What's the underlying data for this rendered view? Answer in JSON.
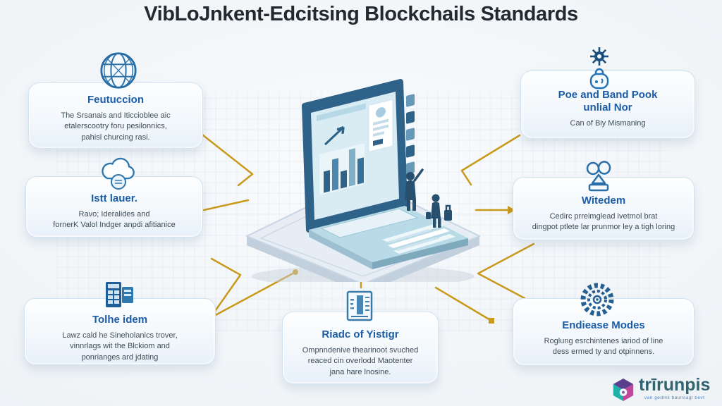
{
  "title": "VibLoJnkent-Edcitsing Blockchails Standards",
  "cards": {
    "top_left": {
      "icon": "globe-icon",
      "title": "Feutuccion",
      "body": "The Srsanais and Iticcioblee aic\netalerscootry foru pesilonnics,\npahisl churcing rasi."
    },
    "mid_left": {
      "icon": "cloud-icon",
      "title": "Istt lauer.",
      "body": "Ravo; Ideralides and\nfornerK Valol Indger anpdi afitianice"
    },
    "bottom_left": {
      "icon": "payment-terminal-icon",
      "title": "Tolhe idem",
      "body": "Lawz cald he Sineholanics trover,\nvinnrlags wit the Blckiom and\nponrianges ard jdating"
    },
    "top_right": {
      "icon": "gear-lock-icon",
      "title": "Poe and Band Pook\nunlial Nor",
      "body": "Can of Biy Mismaning"
    },
    "mid_right": {
      "icon": "award-icon",
      "title": "Witedem",
      "body": "Cedirc prreimglead ivetmol brat\ndingpot ptlete lar prunmor ley a tigh loring"
    },
    "bottom_right": {
      "icon": "rosette-icon",
      "title": "Endiease Modes",
      "body": "Roglung esrchintenes iariod of line\ndess ermed ty and otpinnens."
    },
    "bottom_center": {
      "icon": "document-icon",
      "title": "Riadc of Yistigr",
      "body": "Ompnndenive thearinoot svuched\nreaced cin overlodd Maotenter\njana hare lnosine."
    }
  },
  "logo": {
    "name": "trīrunpis",
    "tagline": "van gedmk baunsagl bevt"
  },
  "colors": {
    "card_title_blue": "#1a5ca8",
    "body_text": "#3f4e59",
    "connector_gold": "#c9991c",
    "icon_blue": "#2a6fa8",
    "laptop_blue": "#2e6288",
    "logo_teal": "#2f6470",
    "cube_purple": "#5a3f8f",
    "cube_teal": "#1fb0a8",
    "cube_magenta": "#c0479b"
  }
}
